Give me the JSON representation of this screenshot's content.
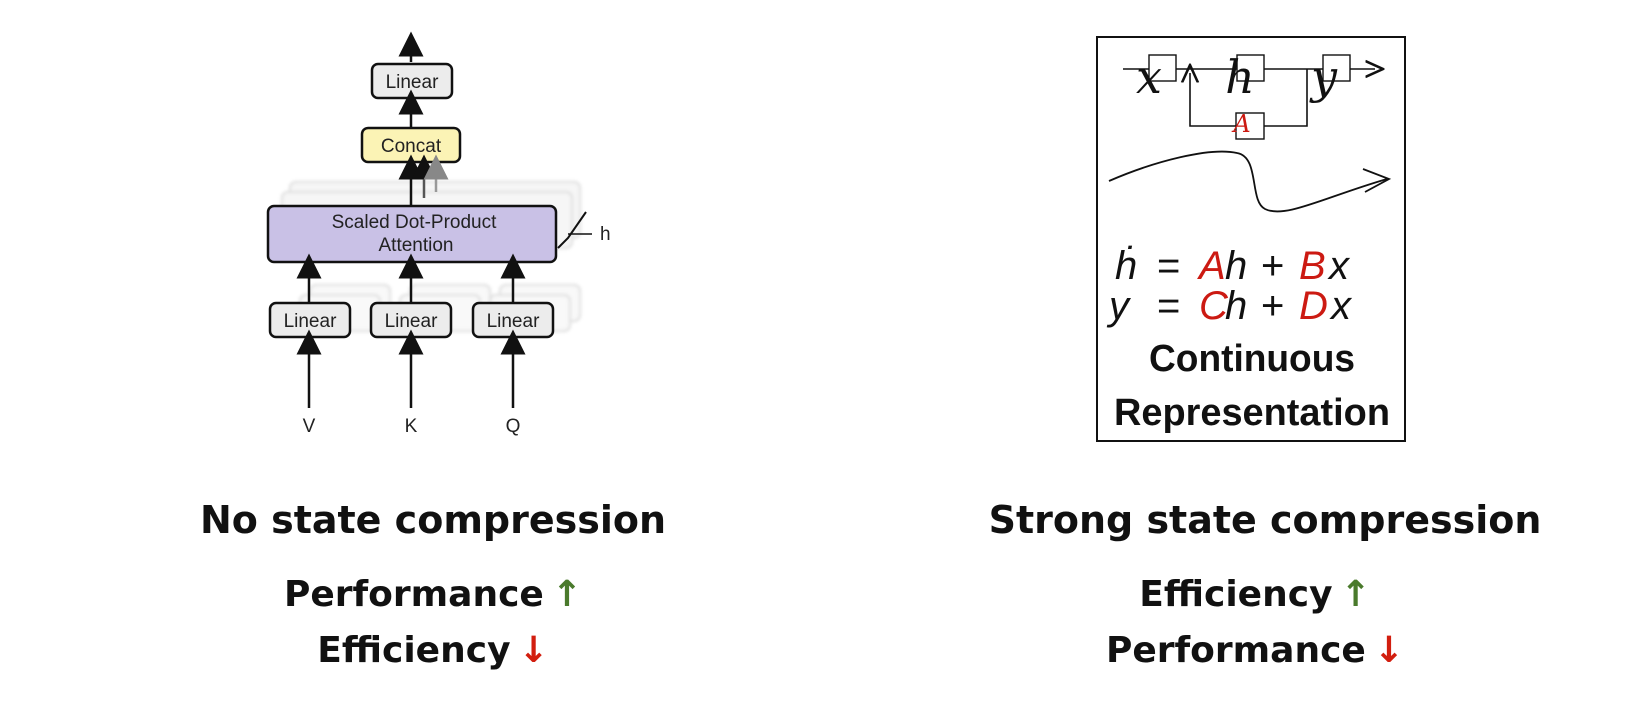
{
  "left": {
    "diagram": {
      "top_linear": "Linear",
      "concat": "Concat",
      "attention_line1": "Scaled Dot-Product",
      "attention_line2": "Attention",
      "h_label": "h",
      "linear_v": "Linear",
      "linear_k": "Linear",
      "linear_q": "Linear",
      "input_v": "V",
      "input_k": "K",
      "input_q": "Q"
    },
    "caption_title": "No state compression",
    "line1_text": "Performance",
    "line1_arrow": "↑",
    "line2_text": "Efficiency",
    "line2_arrow": "↓"
  },
  "right": {
    "diagram": {
      "x": "x",
      "h": "h",
      "y": "y",
      "A": "A",
      "eq1_lhs": "ḣ",
      "eq1_eq": "=",
      "eq1_A": "A",
      "eq1_h": "h",
      "eq1_plus": "+",
      "eq1_B": "B",
      "eq1_x": "x",
      "eq2_lhs": "y",
      "eq2_eq": "=",
      "eq2_C": "C",
      "eq2_h": "h",
      "eq2_plus": "+",
      "eq2_D": "D",
      "eq2_x": "x",
      "label1": "Continuous",
      "label2": "Representation"
    },
    "caption_title": "Strong state compression",
    "line1_text": "Efficiency",
    "line1_arrow": "↑",
    "line2_text": "Performance",
    "line2_arrow": "↓"
  },
  "colors": {
    "linear_fill": "#ececec",
    "concat_fill": "#fbf3b5",
    "attention_fill": "#c9c1e6",
    "matrix_red": "#cc1a12",
    "arrow_up": "#4a7a2c",
    "arrow_down": "#d21e0f"
  }
}
